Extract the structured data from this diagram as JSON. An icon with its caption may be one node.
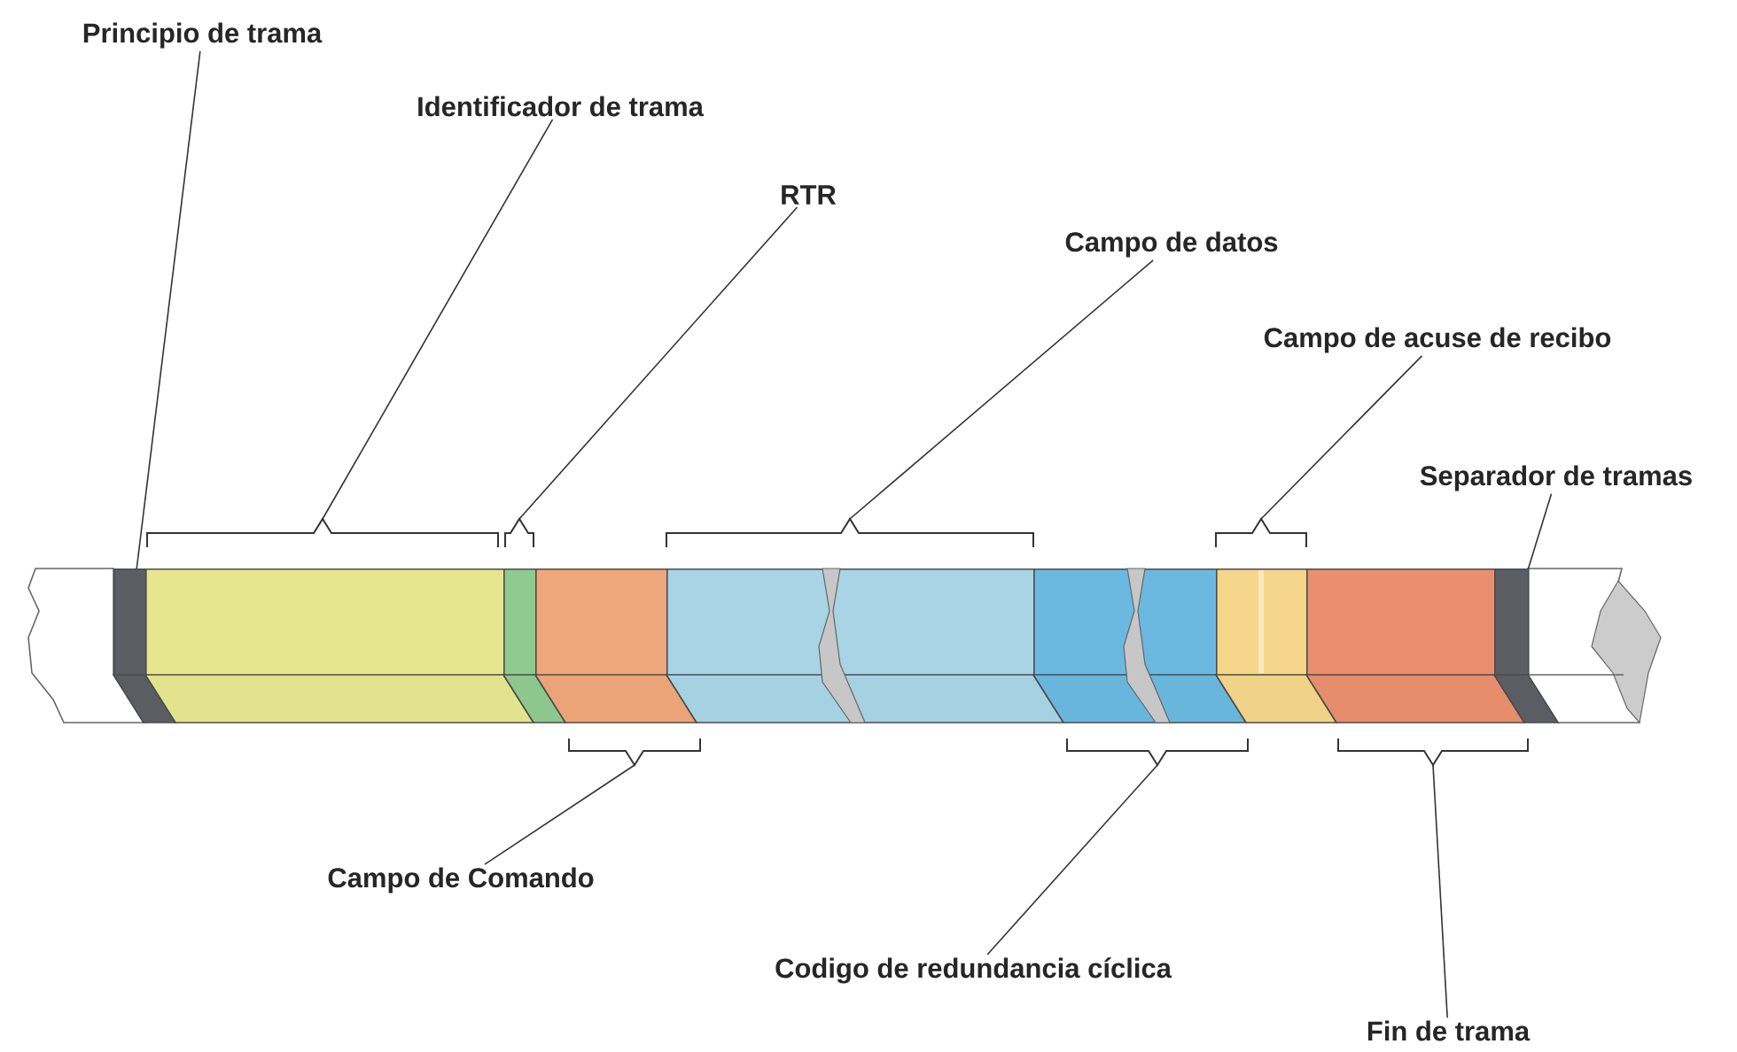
{
  "diagram": {
    "nodes": [
      {
        "text": [
          "Principio de trama"
        ]
      },
      {
        "text": [
          "Identificador de trama"
        ]
      },
      {
        "text": [
          "RTR"
        ]
      },
      {
        "text": [
          "Campo de datos"
        ]
      },
      {
        "text": [
          "Campo de acuse de recibo"
        ]
      },
      {
        "text": [
          "Separador de tramas"
        ]
      },
      {
        "text": [
          "Campo de Comando"
        ]
      },
      {
        "text": [
          "Codigo de redundancia cíclica"
        ]
      },
      {
        "text": [
          "Fin de trama"
        ]
      },
      {
        "text": [],
        "shape": "bar"
      },
      {
        "text": [],
        "shape": "bar"
      },
      {
        "text": [],
        "shape": "bar"
      },
      {
        "text": [],
        "shape": "bar"
      },
      {
        "text": [],
        "shape": "bar"
      },
      {
        "text": [],
        "shape": "bar"
      },
      {
        "text": [],
        "shape": "bar"
      },
      {
        "text": [],
        "shape": "bar"
      },
      {
        "text": [],
        "shape": "bar"
      }
    ],
    "edges": [
      {
        "from": 0,
        "to": 9,
        "arrow": "none"
      },
      {
        "from": 1,
        "to": 10,
        "arrow": "none"
      },
      {
        "from": 2,
        "to": 11,
        "arrow": "none"
      },
      {
        "from": 3,
        "to": 13,
        "arrow": "none"
      },
      {
        "from": 4,
        "to": 15,
        "arrow": "none"
      },
      {
        "from": 5,
        "to": 17,
        "arrow": "none"
      },
      {
        "from": 6,
        "to": 12,
        "arrow": "none"
      },
      {
        "from": 7,
        "to": 14,
        "arrow": "none"
      },
      {
        "from": 8,
        "to": 16,
        "arrow": "none"
      }
    ]
  }
}
